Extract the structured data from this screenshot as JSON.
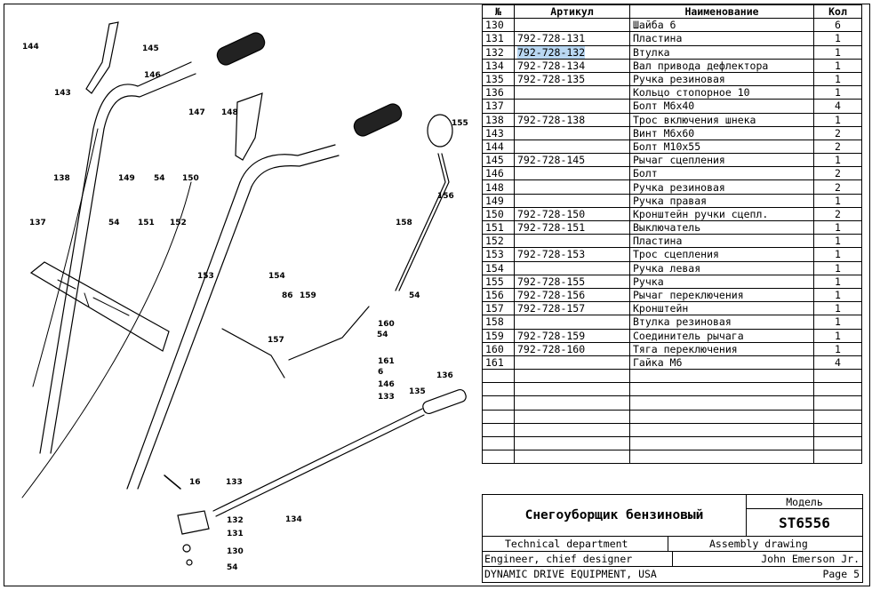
{
  "table": {
    "headers": {
      "num": "№",
      "article": "Артикул",
      "name": "Наименование",
      "qty": "Кол"
    },
    "rows": [
      {
        "num": "130",
        "article": "",
        "name": "Шайба 6",
        "qty": "6"
      },
      {
        "num": "131",
        "article": "792-728-131",
        "name": "Пластина",
        "qty": "1"
      },
      {
        "num": "132",
        "article": "792-728-132",
        "name": "Втулка",
        "qty": "1",
        "selected": true
      },
      {
        "num": "134",
        "article": "792-728-134",
        "name": "Вал привода дефлектора",
        "qty": "1"
      },
      {
        "num": "135",
        "article": "792-728-135",
        "name": "Ручка резиновая",
        "qty": "1"
      },
      {
        "num": "136",
        "article": "",
        "name": "Кольцо стопорное 10",
        "qty": "1"
      },
      {
        "num": "137",
        "article": "",
        "name": "Болт М6х40",
        "qty": "4"
      },
      {
        "num": "138",
        "article": "792-728-138",
        "name": "Трос включения шнека",
        "qty": "1"
      },
      {
        "num": "143",
        "article": "",
        "name": "Винт М6х60",
        "qty": "2"
      },
      {
        "num": "144",
        "article": "",
        "name": "Болт М10х55",
        "qty": "2"
      },
      {
        "num": "145",
        "article": "792-728-145",
        "name": "Рычаг сцепления",
        "qty": "1"
      },
      {
        "num": "146",
        "article": "",
        "name": "Болт",
        "qty": "2"
      },
      {
        "num": "148",
        "article": "",
        "name": "Ручка резиновая",
        "qty": "2"
      },
      {
        "num": "149",
        "article": "",
        "name": "Ручка правая",
        "qty": "1"
      },
      {
        "num": "150",
        "article": "792-728-150",
        "name": "Кронштейн ручки сцепл.",
        "qty": "2"
      },
      {
        "num": "151",
        "article": "792-728-151",
        "name": "Выключатель",
        "qty": "1"
      },
      {
        "num": "152",
        "article": "",
        "name": "Пластина",
        "qty": "1"
      },
      {
        "num": "153",
        "article": "792-728-153",
        "name": "Трос сцепления",
        "qty": "1"
      },
      {
        "num": "154",
        "article": "",
        "name": "Ручка левая",
        "qty": "1"
      },
      {
        "num": "155",
        "article": "792-728-155",
        "name": "Ручка",
        "qty": "1"
      },
      {
        "num": "156",
        "article": "792-728-156",
        "name": "Рычаг переключения",
        "qty": "1"
      },
      {
        "num": "157",
        "article": "792-728-157",
        "name": "Кронштейн",
        "qty": "1"
      },
      {
        "num": "158",
        "article": "",
        "name": "Втулка резиновая",
        "qty": "1"
      },
      {
        "num": "159",
        "article": "792-728-159",
        "name": "Соединитель рычага",
        "qty": "1"
      },
      {
        "num": "160",
        "article": "792-728-160",
        "name": "Тяга переключения",
        "qty": "1"
      },
      {
        "num": "161",
        "article": "",
        "name": "Гайка М6",
        "qty": "4"
      }
    ],
    "empty_rows": 7
  },
  "titleblock": {
    "title": "Снегоуборщик бензиновый",
    "model_label": "Модель",
    "model": "ST6556",
    "dept": "Technical department",
    "drawing_type": "Assembly drawing",
    "role": "Engineer, chief designer",
    "engineer": "John Emerson Jr.",
    "company": "DYNAMIC DRIVE EQUIPMENT, USA",
    "page": "Page 5"
  },
  "callouts": [
    "144",
    "145",
    "146",
    "143",
    "147",
    "148",
    "138",
    "149",
    "54",
    "150",
    "137",
    "54",
    "151",
    "152",
    "153",
    "154",
    "86",
    "159",
    "54",
    "158",
    "155",
    "156",
    "157",
    "160",
    "54",
    "161",
    "6",
    "146",
    "133",
    "136",
    "135",
    "16",
    "133",
    "132",
    "131",
    "130",
    "54",
    "134"
  ],
  "highlight_color": "#b9d7f2"
}
